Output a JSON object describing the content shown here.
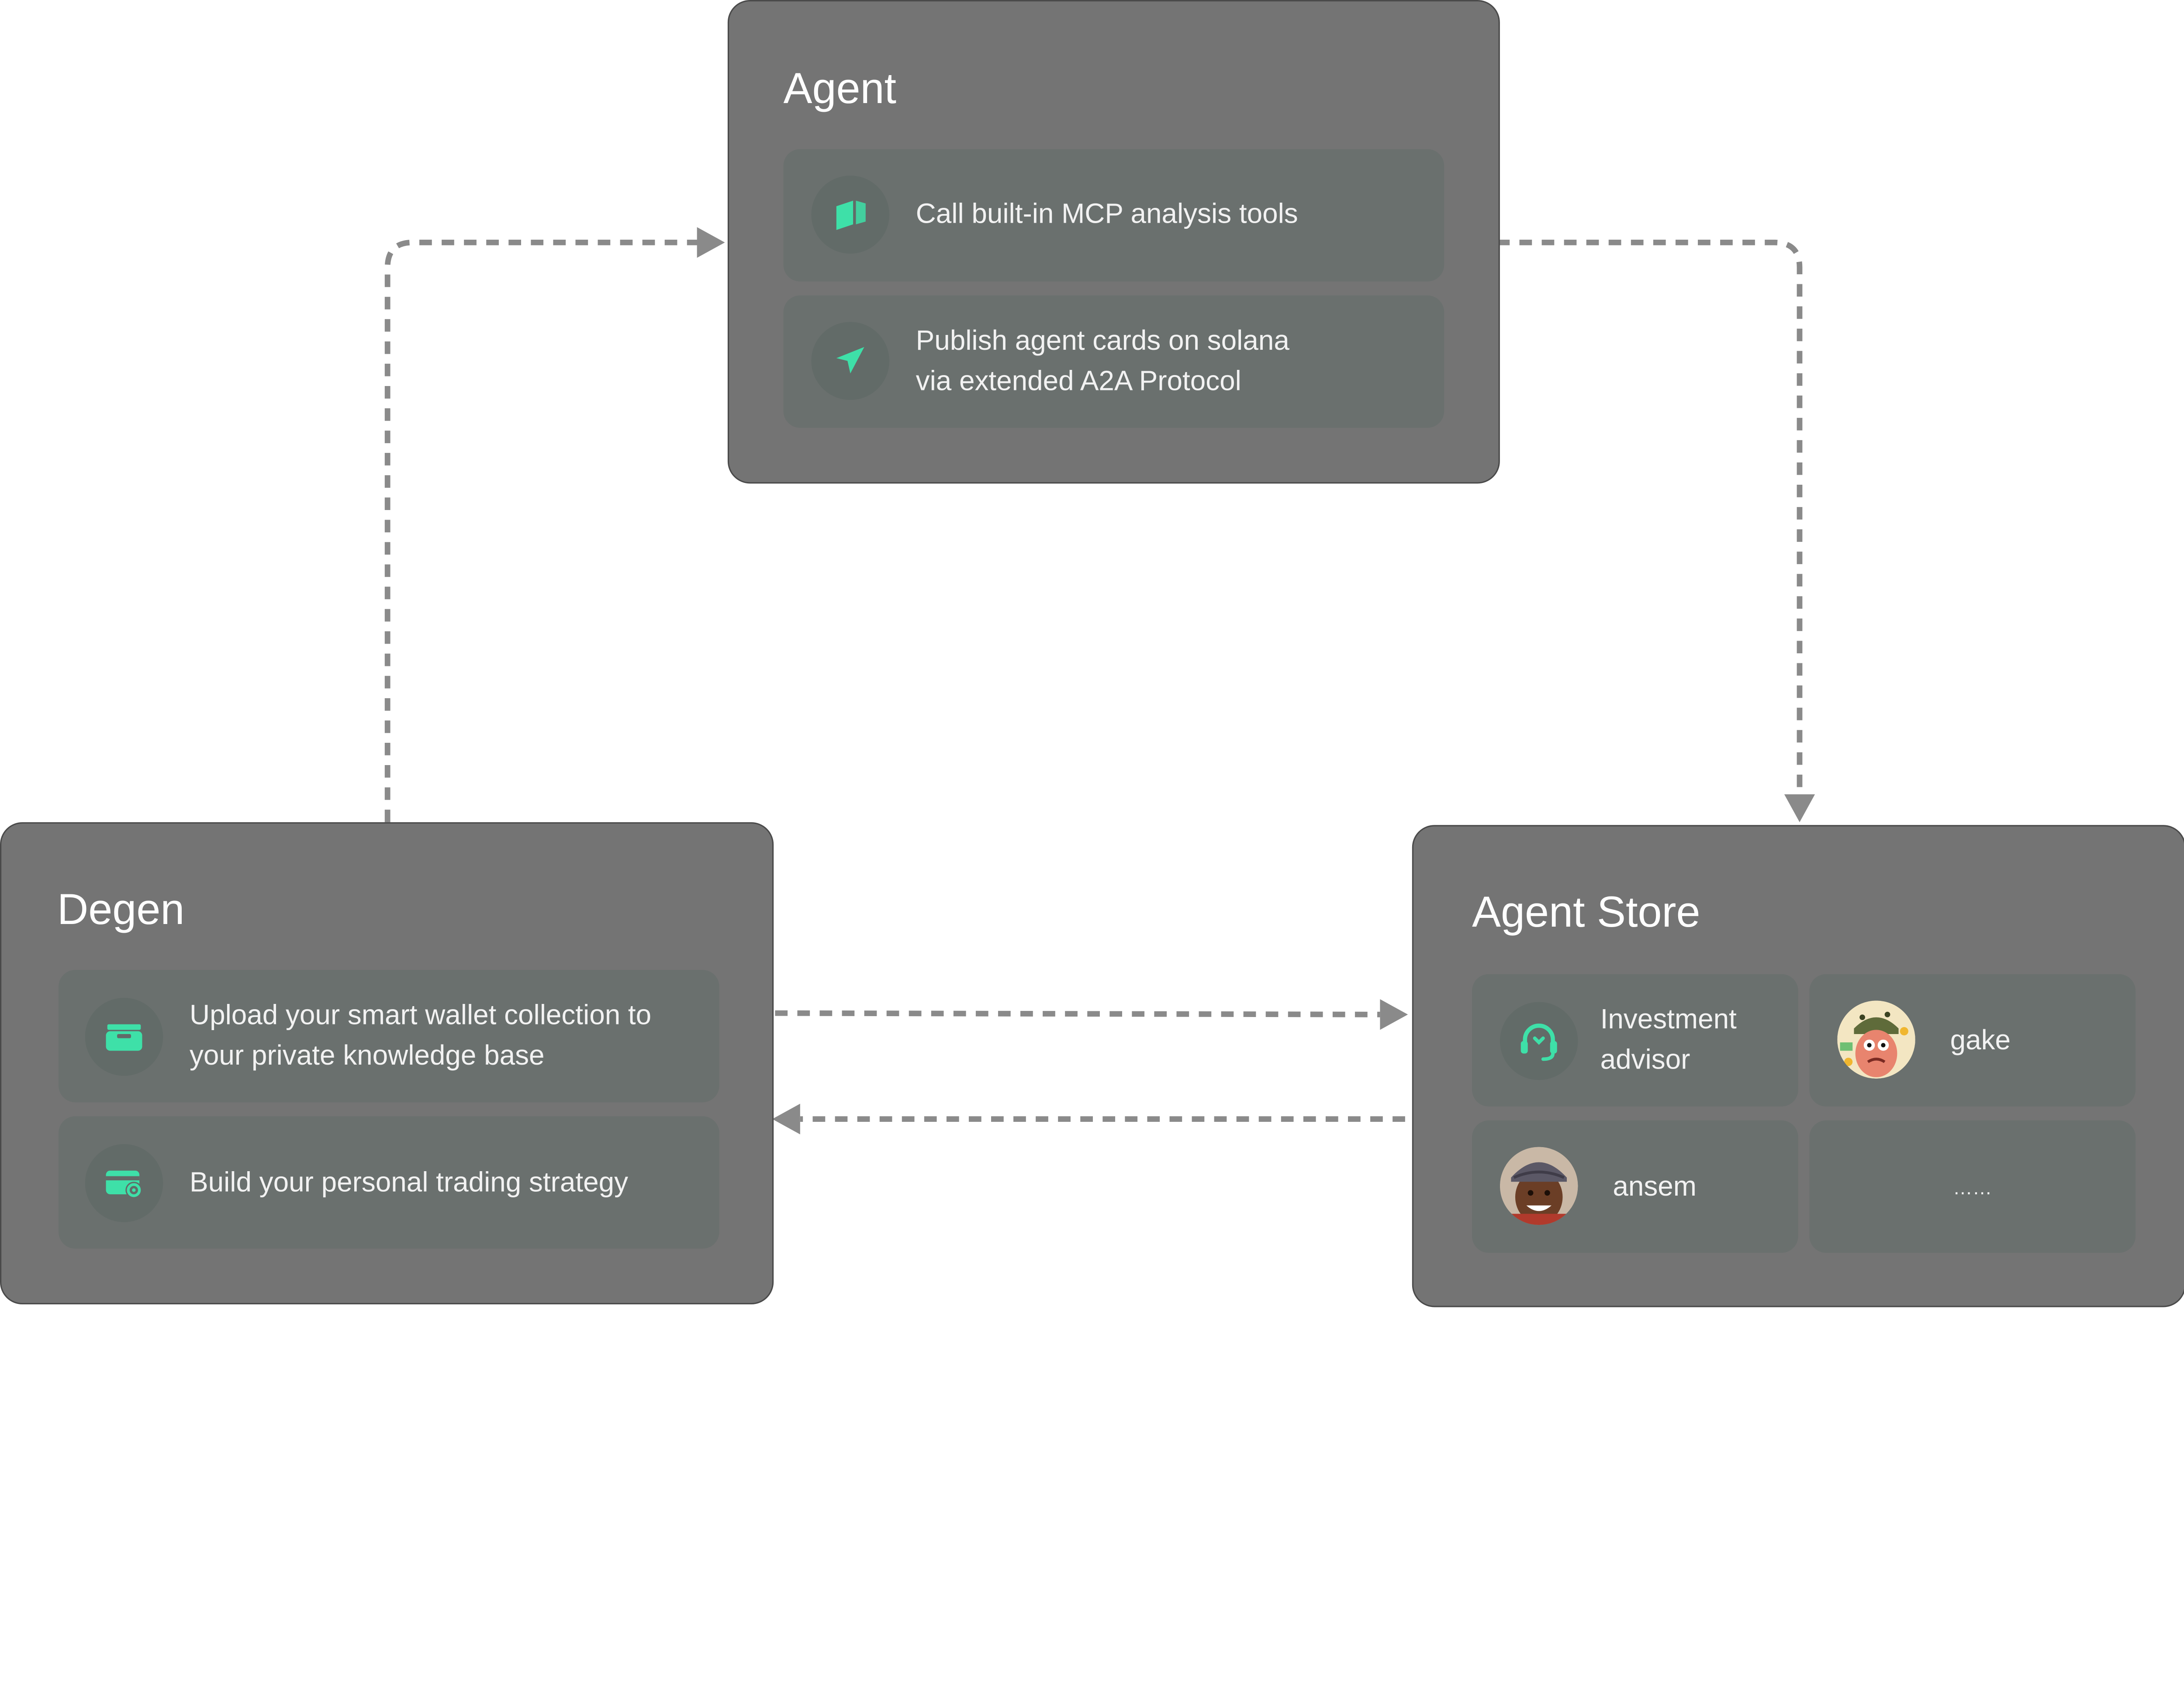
{
  "accent_color": "#3ee0a8",
  "connector_color": "#8a8a8a",
  "panels": {
    "agent": {
      "title": "Agent",
      "items": [
        {
          "icon": "layers-icon",
          "text": "Call built-in MCP analysis tools"
        },
        {
          "icon": "send-icon",
          "text": "Publish agent cards on solana\nvia extended A2A Protocol"
        }
      ]
    },
    "degen": {
      "title": "Degen",
      "items": [
        {
          "icon": "wallet-icon",
          "text": "Upload your smart wallet collection to\nyour private knowledge base"
        },
        {
          "icon": "card-settings-icon",
          "text": "Build your personal trading strategy"
        }
      ]
    },
    "agent_store": {
      "title": "Agent Store",
      "items": [
        {
          "icon": "headset-icon",
          "text": "Investment\nadvisor"
        },
        {
          "icon": "avatar-gake",
          "text": "gake"
        },
        {
          "icon": "avatar-ansem",
          "text": "ansem"
        },
        {
          "icon": "",
          "text": "……"
        }
      ]
    }
  }
}
